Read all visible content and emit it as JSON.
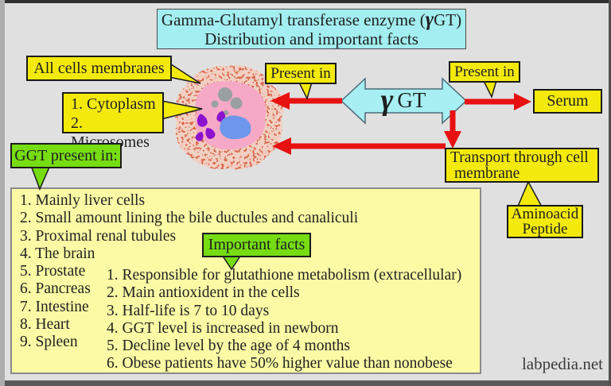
{
  "colors": {
    "background": "#e0e0e0",
    "callout_yellow": "#f3ea0b",
    "callout_green": "#76dd12",
    "title_cyan": "#a3eef0",
    "panel_pale_yellow": "#fbfaa5",
    "arrow_red": "#e81111",
    "cell_membrane_salmon": "#d96a4e",
    "cell_cytoplasm_pink": "#f6a9c6",
    "nucleus_blue": "#6e96ea",
    "granule_purple": "#8d12cd",
    "microsome_gray": "#9aa0a2"
  },
  "title": {
    "pre": "Gamma-Glutamyl transferase enzyme (",
    "gamma": "γ",
    "post": "GT)",
    "line2": "Distribution and important facts"
  },
  "central": {
    "gamma": "γ",
    "label": "GT"
  },
  "callouts": {
    "all_cells": "All cells membranes",
    "cell_contents": [
      "1. Cytoplasm",
      "2. Microsomes"
    ],
    "present_in_left": "Present in",
    "present_in_right": "Present in",
    "serum": "Serum",
    "transport": [
      "Transport through cell",
      "membrane"
    ],
    "aminoacid": [
      "Aminoacid",
      "Peptide"
    ],
    "ggt_present": "GGT present in:",
    "important_facts": "Important facts"
  },
  "organs": [
    "1. Mainly liver cells",
    "2. Small amount lining the bile ductules and canaliculi",
    "3. Proximal renal tubules",
    "4. The brain",
    "5. Prostate",
    "6. Pancreas",
    "7. Intestine",
    "8. Heart",
    "9. Spleen"
  ],
  "facts": [
    "1. Responsible for glutathione metabolism (extracellular)",
    "2. Main antioxident in the cells",
    "3. Half-life is 7 to 10 days",
    "4. GGT level is increased in newborn",
    "5. Decline level by the age of 4 months",
    "6. Obese patients have 50% higher value than nonobese"
  ],
  "watermark": "labpedia.net"
}
